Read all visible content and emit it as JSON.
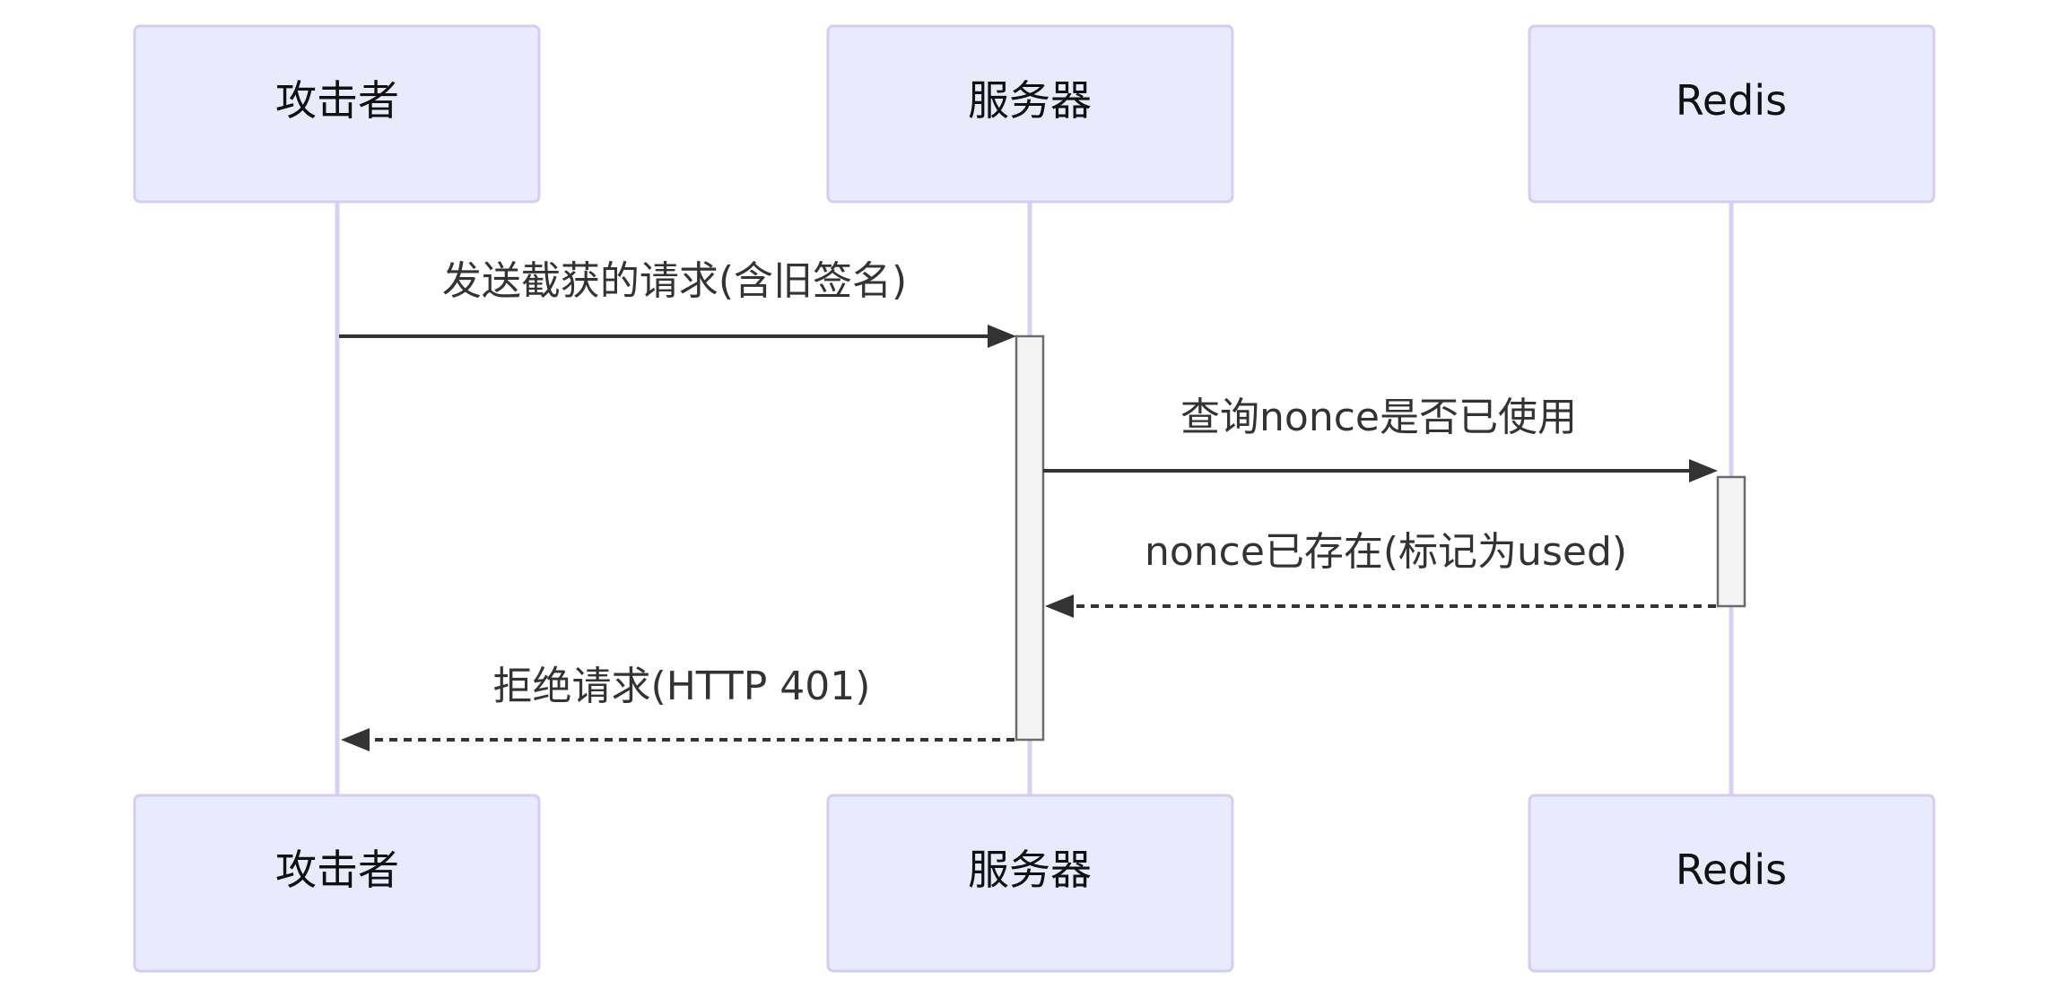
{
  "participants": [
    {
      "id": "attacker",
      "label": "攻击者"
    },
    {
      "id": "server",
      "label": "服务器"
    },
    {
      "id": "redis",
      "label": "Redis"
    }
  ],
  "messages": [
    {
      "from": "attacker",
      "to": "server",
      "label": "发送截获的请求(含旧签名)",
      "style": "solid"
    },
    {
      "from": "server",
      "to": "redis",
      "label": "查询nonce是否已使用",
      "style": "solid"
    },
    {
      "from": "redis",
      "to": "server",
      "label": "nonce已存在(标记为used)",
      "style": "dashed"
    },
    {
      "from": "server",
      "to": "attacker",
      "label": "拒绝请求(HTTP 401)",
      "style": "dashed"
    }
  ],
  "colors": {
    "actor_fill": "#eaeafd",
    "actor_border": "#d4cdf2",
    "lifeline": "#d8d0f2",
    "line": "#333333"
  }
}
